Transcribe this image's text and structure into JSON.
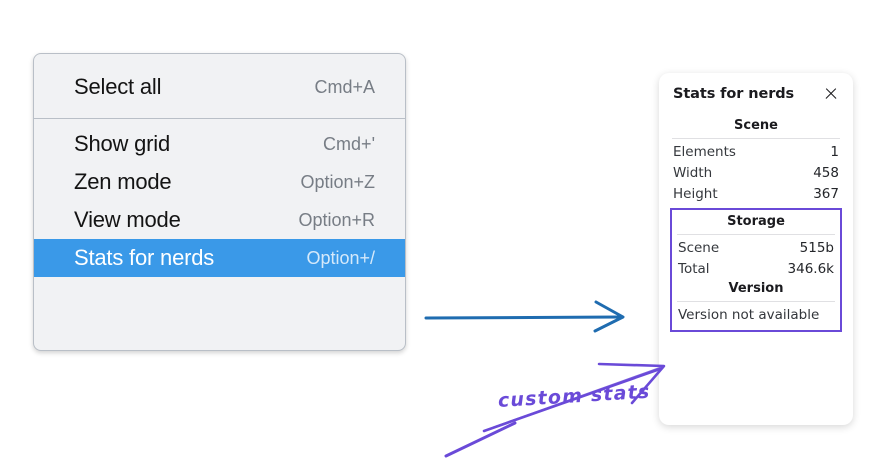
{
  "menu": {
    "groups": [
      {
        "items": [
          {
            "label": "Select all",
            "shortcut": "Cmd+A",
            "selected": false
          }
        ]
      },
      {
        "items": [
          {
            "label": "Show grid",
            "shortcut": "Cmd+'",
            "selected": false
          },
          {
            "label": "Zen mode",
            "shortcut": "Option+Z",
            "selected": false
          },
          {
            "label": "View mode",
            "shortcut": "Option+R",
            "selected": false
          },
          {
            "label": "Stats for nerds",
            "shortcut": "Option+/",
            "selected": true
          }
        ]
      }
    ],
    "highlight_color": "#3a99e8"
  },
  "stats_panel": {
    "title": "Stats for nerds",
    "close_icon": "close-icon",
    "scene": {
      "heading": "Scene",
      "rows": [
        {
          "key": "Elements",
          "value": "1"
        },
        {
          "key": "Width",
          "value": "458"
        },
        {
          "key": "Height",
          "value": "367"
        }
      ]
    },
    "storage": {
      "heading": "Storage",
      "rows": [
        {
          "key": "Scene",
          "value": "515b"
        },
        {
          "key": "Total",
          "value": "346.6k"
        }
      ]
    },
    "version": {
      "heading": "Version",
      "text": "Version not available"
    },
    "highlight_box_color": "#6a4ad8"
  },
  "annotations": {
    "custom_stats_label": "custom stats",
    "ink_color": "#6a4ad8",
    "blue_arrow_color": "#1f6cb0"
  }
}
